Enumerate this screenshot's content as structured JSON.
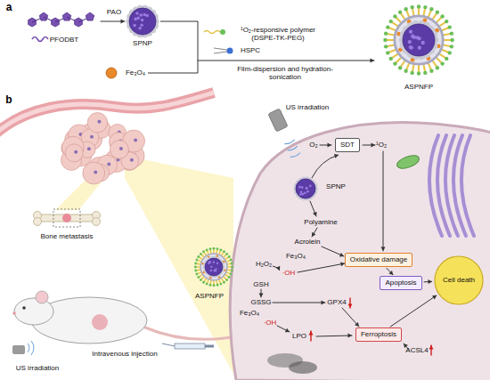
{
  "diagram": {
    "nodes": [
      {
        "text": [
          "SDT"
        ]
      },
      {
        "text": [
          "Oxidative damage"
        ]
      },
      {
        "text": [
          "Apoptosis"
        ]
      },
      {
        "text": [
          "Cell death"
        ]
      },
      {
        "text": [
          "Ferroptosis"
        ]
      }
    ],
    "edges": [
      {
        "from": 1,
        "to": 2,
        "arrow": "to"
      },
      {
        "from": 2,
        "to": 3,
        "arrow": "to"
      },
      {
        "from": 4,
        "to": 3,
        "arrow": "to"
      }
    ],
    "labels": [
      "a",
      "PFODBT",
      "PAO",
      "SPNP",
      "¹O₂-responsive polymer (DSPE-TK-PEG)",
      "HSPC",
      "Fe₃O₄",
      "Film-dispersion and hydration-sonication",
      "ASPNFP",
      "b",
      "Bone metastasis",
      "US irradiation",
      "Intravenous injection",
      "ASPNFP",
      "US irradiation",
      "O₂",
      "¹O₂",
      "SPNP",
      "Polyamine",
      "Acrolein",
      "H₂O₂",
      "Fe₃O₄",
      "·OH",
      "GSH",
      "GSSG",
      "GPX4",
      "Fe₃O₄",
      "·OH",
      "LPO",
      "ACSL4"
    ]
  }
}
